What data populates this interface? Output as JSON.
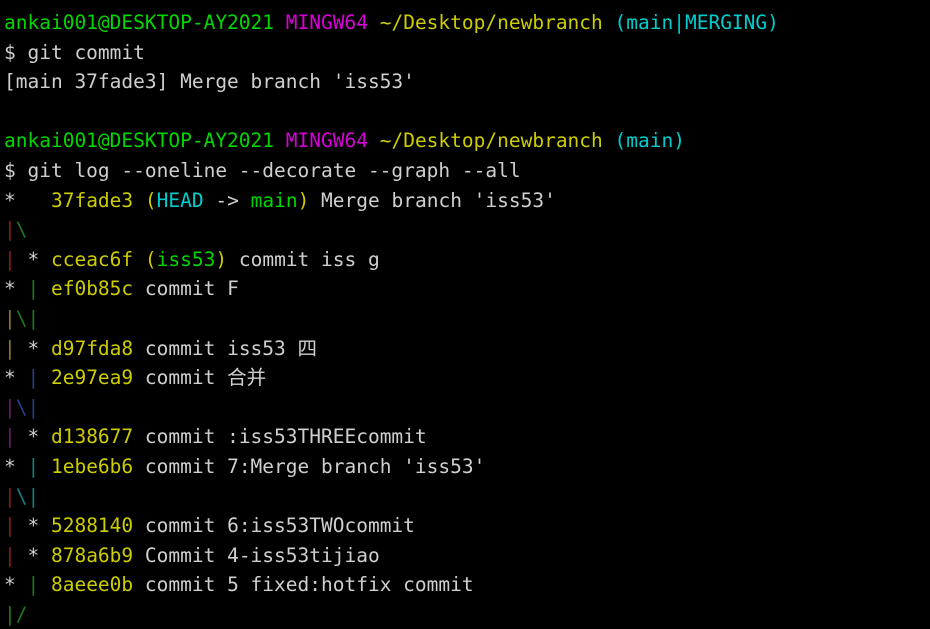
{
  "terminal": {
    "window_title": "MINGW64 ~/Desktop/newbranch",
    "background_color": "#000000",
    "colors": {
      "green": "#00d700",
      "magenta": "#d700d7",
      "yellow": "#cdcd00",
      "cyan": "#00cdcd",
      "white": "#cfcfcf",
      "graph_red": "#8b1a1a",
      "graph_green": "#1f7a1f",
      "graph_yellow": "#8a7a20",
      "graph_blue": "#27408b",
      "graph_magenta": "#6a1b6a",
      "graph_cyan": "#177f7f"
    },
    "lines": [
      {
        "id": "prompt-1",
        "segments": [
          {
            "text": "ankai001@DESKTOP-AY2021",
            "color": "green"
          },
          {
            "text": " ",
            "color": "white"
          },
          {
            "text": "MINGW64",
            "color": "magenta"
          },
          {
            "text": " ",
            "color": "white"
          },
          {
            "text": "~/Desktop/newbranch",
            "color": "yellow"
          },
          {
            "text": " ",
            "color": "white"
          },
          {
            "text": "(main|MERGING)",
            "color": "cyan"
          }
        ]
      },
      {
        "id": "command-1",
        "segments": [
          {
            "text": "$ git commit",
            "color": "white"
          }
        ]
      },
      {
        "id": "output-commit-result",
        "segments": [
          {
            "text": "[main 37fade3] Merge branch 'iss53'",
            "color": "white"
          }
        ]
      },
      {
        "id": "blank-1",
        "segments": [
          {
            "text": " ",
            "color": "white"
          }
        ]
      },
      {
        "id": "prompt-2",
        "segments": [
          {
            "text": "ankai001@DESKTOP-AY2021",
            "color": "green"
          },
          {
            "text": " ",
            "color": "white"
          },
          {
            "text": "MINGW64",
            "color": "magenta"
          },
          {
            "text": " ",
            "color": "white"
          },
          {
            "text": "~/Desktop/newbranch",
            "color": "yellow"
          },
          {
            "text": " ",
            "color": "white"
          },
          {
            "text": "(main)",
            "color": "cyan"
          }
        ]
      },
      {
        "id": "command-2",
        "segments": [
          {
            "text": "$ git log --oneline --decorate --graph --all",
            "color": "white"
          }
        ]
      },
      {
        "id": "log-37fade3",
        "segments": [
          {
            "text": "*   ",
            "color": "white"
          },
          {
            "text": "37fade3",
            "color": "yellow"
          },
          {
            "text": " ",
            "color": "white"
          },
          {
            "text": "(",
            "color": "yellow"
          },
          {
            "text": "HEAD",
            "color": "cyan"
          },
          {
            "text": " -> ",
            "color": "white"
          },
          {
            "text": "main",
            "color": "green"
          },
          {
            "text": ")",
            "color": "yellow"
          },
          {
            "text": " Merge branch 'iss53'",
            "color": "white"
          }
        ]
      },
      {
        "id": "graph-split-1",
        "segments": [
          {
            "text": "|",
            "color": "graph_red"
          },
          {
            "text": "\\",
            "color": "graph_green"
          }
        ]
      },
      {
        "id": "log-cceac6f",
        "segments": [
          {
            "text": "| ",
            "color": "graph_red"
          },
          {
            "text": "* ",
            "color": "white"
          },
          {
            "text": "cceac6f",
            "color": "yellow"
          },
          {
            "text": " ",
            "color": "white"
          },
          {
            "text": "(",
            "color": "yellow"
          },
          {
            "text": "iss53",
            "color": "green"
          },
          {
            "text": ")",
            "color": "yellow"
          },
          {
            "text": " commit iss g",
            "color": "white"
          }
        ]
      },
      {
        "id": "log-ef0b85c",
        "segments": [
          {
            "text": "* ",
            "color": "white"
          },
          {
            "text": "| ",
            "color": "graph_green"
          },
          {
            "text": "ef0b85c",
            "color": "yellow"
          },
          {
            "text": " commit F",
            "color": "white"
          }
        ]
      },
      {
        "id": "graph-split-2",
        "segments": [
          {
            "text": "|",
            "color": "graph_yellow"
          },
          {
            "text": "\\",
            "color": "graph_green"
          },
          {
            "text": "|",
            "color": "graph_green"
          }
        ]
      },
      {
        "id": "log-d97fda8",
        "segments": [
          {
            "text": "| ",
            "color": "graph_yellow"
          },
          {
            "text": "* ",
            "color": "white"
          },
          {
            "text": "d97fda8",
            "color": "yellow"
          },
          {
            "text": " commit iss53 四",
            "color": "white"
          }
        ]
      },
      {
        "id": "log-2e97ea9",
        "segments": [
          {
            "text": "* ",
            "color": "white"
          },
          {
            "text": "| ",
            "color": "graph_blue"
          },
          {
            "text": "2e97ea9",
            "color": "yellow"
          },
          {
            "text": " commit 合并",
            "color": "white"
          }
        ]
      },
      {
        "id": "graph-split-3",
        "segments": [
          {
            "text": "|",
            "color": "graph_magenta"
          },
          {
            "text": "\\",
            "color": "graph_blue"
          },
          {
            "text": "|",
            "color": "graph_blue"
          }
        ]
      },
      {
        "id": "log-d138677",
        "segments": [
          {
            "text": "| ",
            "color": "graph_magenta"
          },
          {
            "text": "* ",
            "color": "white"
          },
          {
            "text": "d138677",
            "color": "yellow"
          },
          {
            "text": " commit :iss53THREEcommit",
            "color": "white"
          }
        ]
      },
      {
        "id": "log-1ebe6b6",
        "segments": [
          {
            "text": "* ",
            "color": "white"
          },
          {
            "text": "| ",
            "color": "graph_cyan"
          },
          {
            "text": "1ebe6b6",
            "color": "yellow"
          },
          {
            "text": " commit 7:Merge branch 'iss53'",
            "color": "white"
          }
        ]
      },
      {
        "id": "graph-split-4",
        "segments": [
          {
            "text": "|",
            "color": "graph_red"
          },
          {
            "text": "\\",
            "color": "graph_cyan"
          },
          {
            "text": "|",
            "color": "graph_cyan"
          }
        ]
      },
      {
        "id": "log-5288140",
        "segments": [
          {
            "text": "| ",
            "color": "graph_red"
          },
          {
            "text": "* ",
            "color": "white"
          },
          {
            "text": "5288140",
            "color": "yellow"
          },
          {
            "text": " commit 6:iss53TWOcommit",
            "color": "white"
          }
        ]
      },
      {
        "id": "log-878a6b9",
        "segments": [
          {
            "text": "| ",
            "color": "graph_red"
          },
          {
            "text": "* ",
            "color": "white"
          },
          {
            "text": "878a6b9",
            "color": "yellow"
          },
          {
            "text": " Commit 4-iss53tijiao",
            "color": "white"
          }
        ]
      },
      {
        "id": "log-8aeee0b",
        "segments": [
          {
            "text": "* ",
            "color": "white"
          },
          {
            "text": "| ",
            "color": "graph_green"
          },
          {
            "text": "8aeee0b",
            "color": "yellow"
          },
          {
            "text": " commit 5 fixed:hotfix commit",
            "color": "white"
          }
        ]
      },
      {
        "id": "graph-merge-1",
        "segments": [
          {
            "text": "|",
            "color": "graph_green"
          },
          {
            "text": "/",
            "color": "graph_green"
          }
        ]
      }
    ]
  }
}
